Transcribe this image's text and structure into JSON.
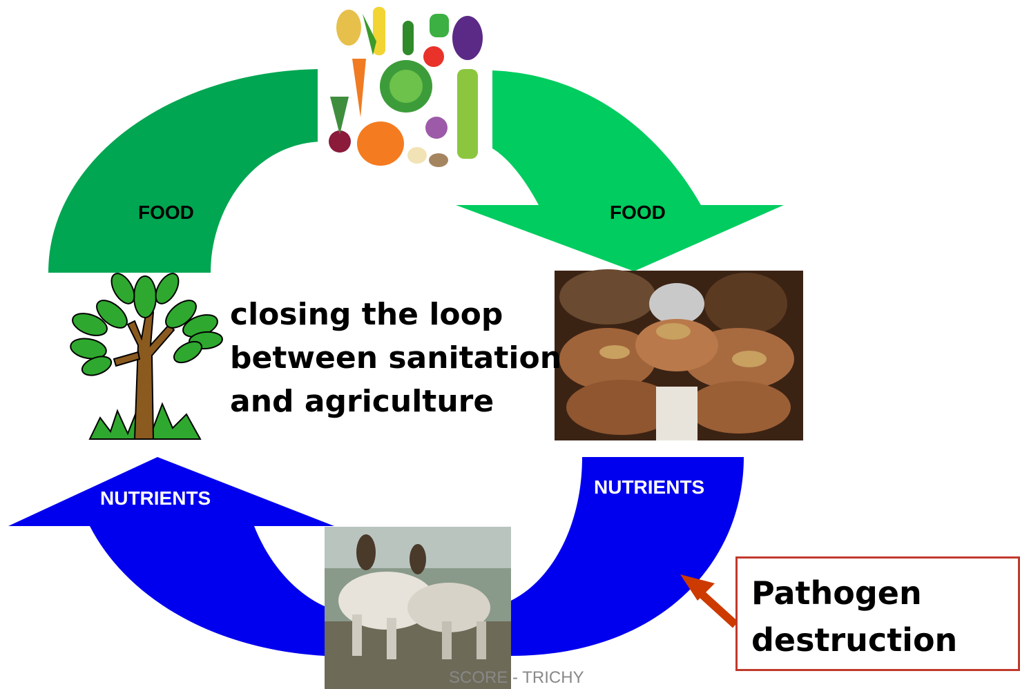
{
  "labels": {
    "food_left": "FOOD",
    "food_right": "FOOD",
    "nutrients_left": "NUTRIENTS",
    "nutrients_right": "NUTRIENTS"
  },
  "center_text": {
    "line1": "closing the loop",
    "line2": "between sanitation",
    "line3": "and agriculture"
  },
  "callout": {
    "line1": "Pathogen",
    "line2": "destruction"
  },
  "footer": "SCORE - TRICHY",
  "colors": {
    "food_arrow_left": "#00a651",
    "food_arrow_right": "#00cc5f",
    "nutrient_arrow": "#0000ee",
    "callout_border": "#c0392b",
    "callout_arrow": "#cc3a00"
  },
  "images": {
    "top": "vegetables-image",
    "right": "hands-with-grain-image",
    "bottom": "oxen-ploughing-field-image",
    "left": "tree-clipart"
  }
}
